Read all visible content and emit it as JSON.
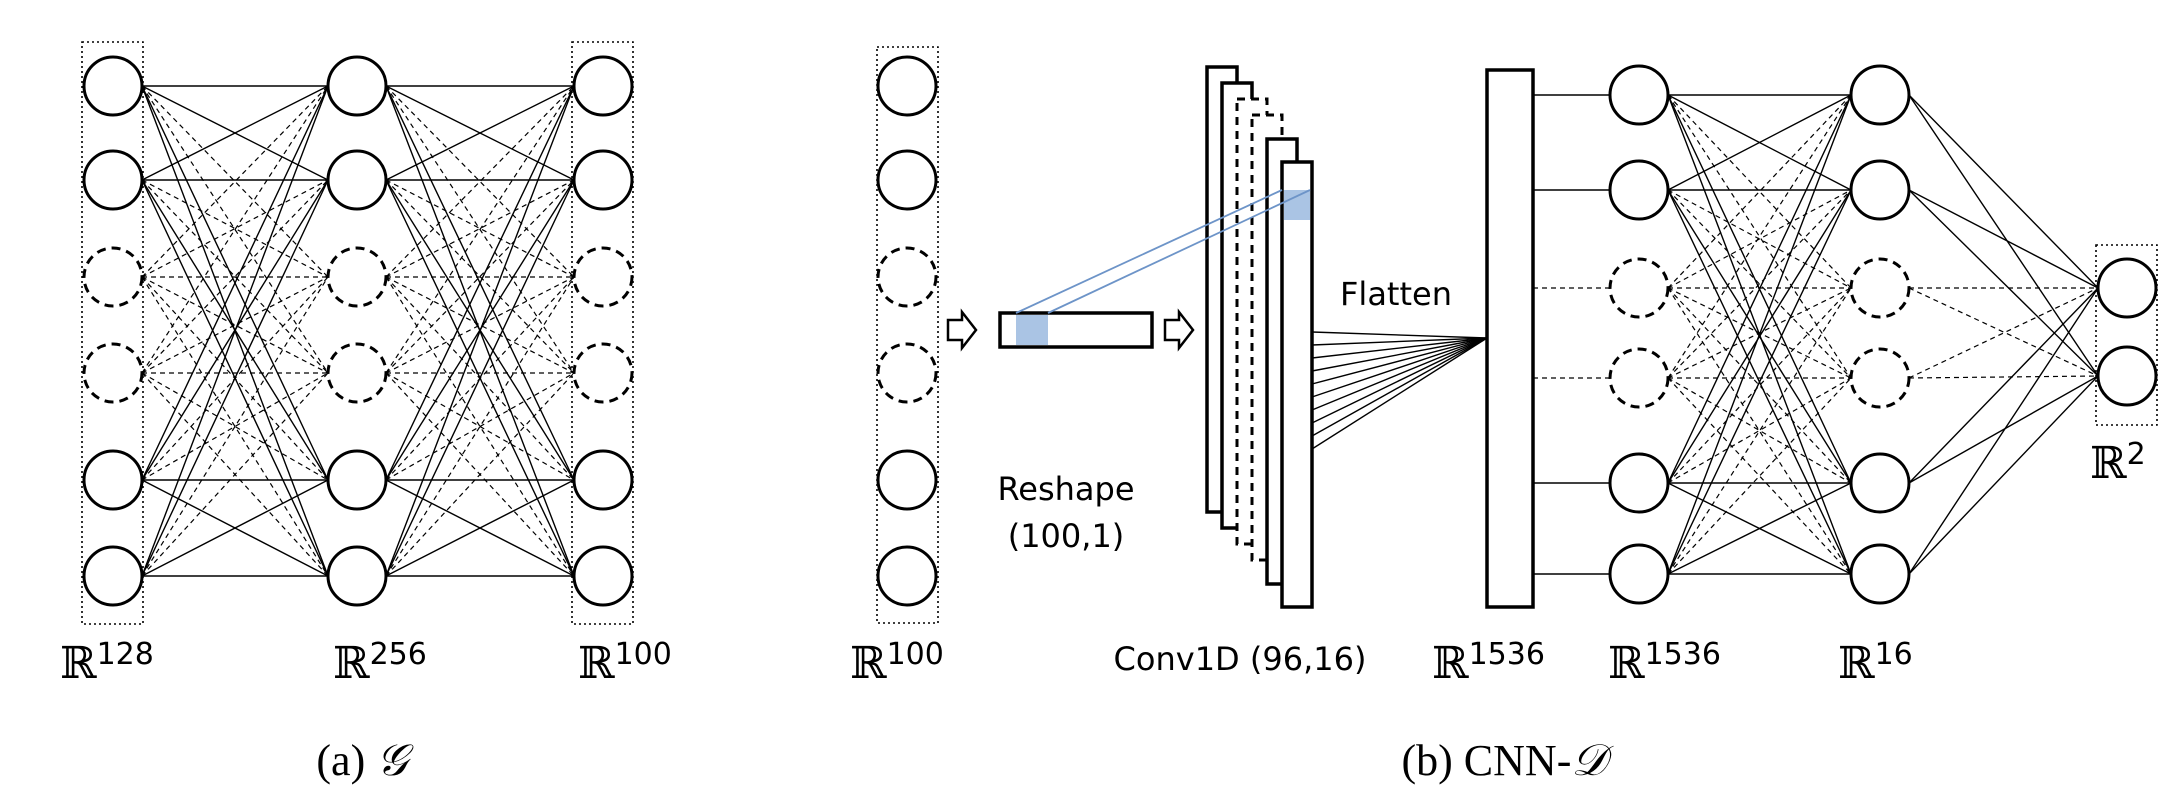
{
  "panel_a": {
    "caption_prefix": "(a) ",
    "caption_symbol": "𝒢",
    "layers": [
      {
        "space": "ℝ",
        "dim": "128"
      },
      {
        "space": "ℝ",
        "dim": "256"
      },
      {
        "space": "ℝ",
        "dim": "100"
      }
    ]
  },
  "panel_b": {
    "caption_prefix": "(b) CNN-",
    "caption_symbol": "𝒟",
    "reshape_label_1": "Reshape",
    "reshape_label_2": "(100,1)",
    "conv_label": "Conv1D (96,16)",
    "flatten_label": "Flatten",
    "layers": [
      {
        "space": "ℝ",
        "dim": "100"
      },
      {
        "space": "ℝ",
        "dim": "1536"
      },
      {
        "space": "ℝ",
        "dim": "1536"
      },
      {
        "space": "ℝ",
        "dim": "16"
      },
      {
        "space": "ℝ",
        "dim": "2"
      }
    ]
  },
  "colors": {
    "highlight": "#aac4e4",
    "projection_line": "#6d94c8",
    "stroke": "#000000"
  }
}
